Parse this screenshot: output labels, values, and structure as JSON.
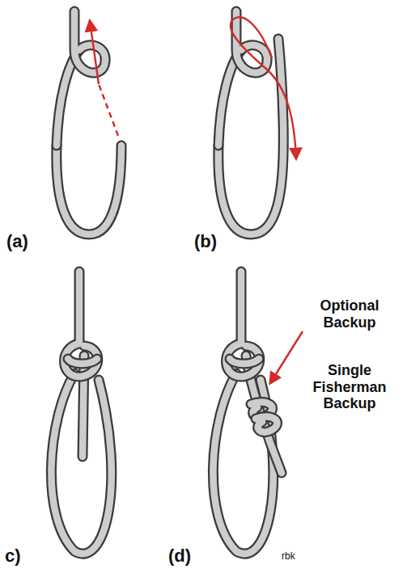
{
  "diagram": {
    "labels": [
      "(a)",
      "(b)",
      "c)",
      "(d)",
      "Optional Backup",
      "Single Fisherman Backup",
      "rbk"
    ]
  }
}
